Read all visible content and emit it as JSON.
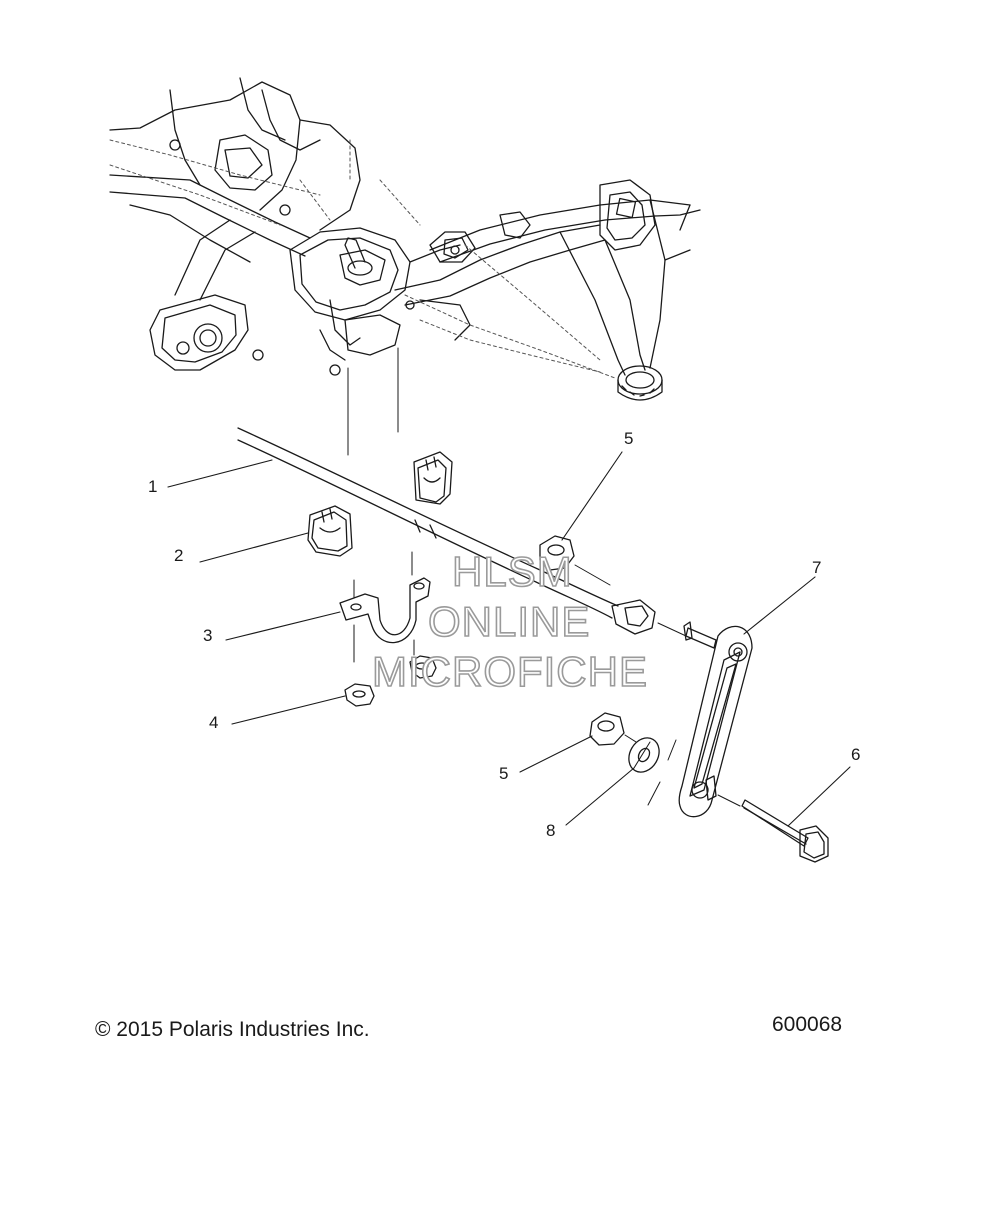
{
  "callouts": [
    "1",
    "2",
    "3",
    "4",
    "5",
    "5",
    "6",
    "7",
    "8"
  ],
  "watermark": {
    "line1": "HLSM",
    "line2": "ONLINE",
    "line3": "MICROFICHE"
  },
  "footer": {
    "copyright": "© 2015 Polaris Industries Inc.",
    "diagram_number": "600068"
  },
  "colors": {
    "line": "#1a1a1a",
    "dashed": "#555555",
    "watermark_outline": "#9a9a9a"
  }
}
